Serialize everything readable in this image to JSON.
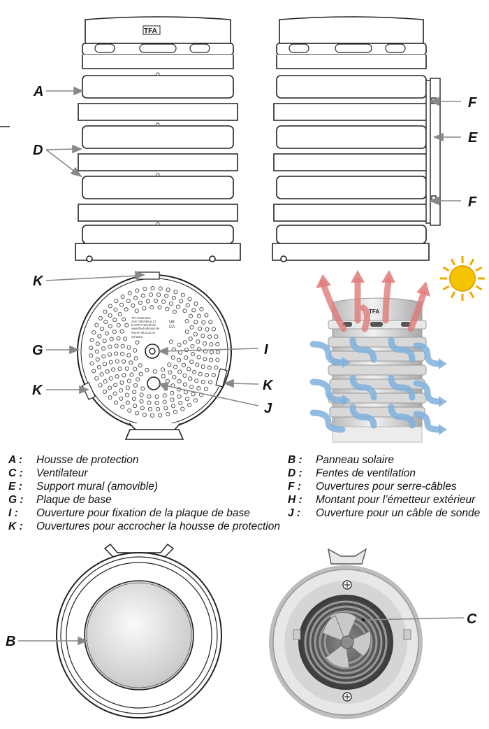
{
  "brand": "TFA",
  "callouts": {
    "a": "A",
    "b": "B",
    "c": "C",
    "d": "D",
    "e": "E",
    "f": "F",
    "g": "G",
    "i": "I",
    "j": "J",
    "k": "K"
  },
  "base_plate_label": {
    "line1": "TFA Dostmann",
    "line2": "Zum Ottersberg 12",
    "line3": "D-97877 Wertheim",
    "line4": "www.tfa-dostmann.de",
    "line5": "Kat.Nr. 98.1111.02",
    "line6": "XX/2023",
    "mark_uk": "UK",
    "mark_ca": "CA"
  },
  "legend": [
    {
      "key": "A :",
      "text": "Housse de protection"
    },
    {
      "key": "B :",
      "text": "Panneau solaire"
    },
    {
      "key": "C :",
      "text": "Ventilateur"
    },
    {
      "key": "D :",
      "text": "Fentes de ventilation"
    },
    {
      "key": "E :",
      "text": "Support mural (amovible)"
    },
    {
      "key": "F :",
      "text": "Ouvertures pour serre-câbles"
    },
    {
      "key": "G :",
      "text": "Plaque de base"
    },
    {
      "key": "H :",
      "text": "Montant pour l’émetteur extérieur"
    },
    {
      "key": "I :",
      "text": "Ouverture pour fixation de la plaque de base"
    },
    {
      "key": "J :",
      "text": "Ouverture pour un câble de sonde"
    },
    {
      "key": "K :",
      "text": "Ouvertures pour accrocher la housse de protection"
    }
  ],
  "colors": {
    "outline": "#222222",
    "hot_air": "#e07a7a",
    "cool_air": "#7fb0dc",
    "sun": "#f5c400",
    "housing": "#e6e6e6"
  }
}
